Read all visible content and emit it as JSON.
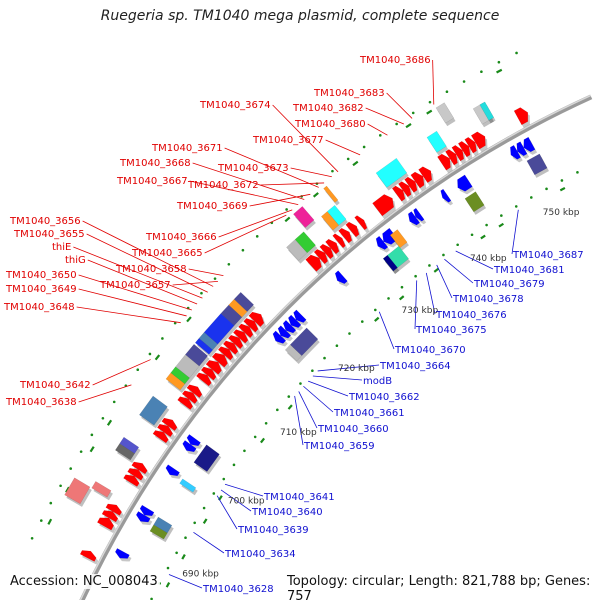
{
  "title": "Ruegeria sp. TM1040 mega plasmid, complete sequence",
  "footer": {
    "accession": "Accession: NC_008043",
    "topology": "Topology: circular; Length: 821,788 bp; Genes: 757"
  },
  "colors": {
    "forward_label": "#e00000",
    "reverse_label": "#1010d0",
    "backbone": "#999999",
    "tick": "#1a8a1a",
    "forward_cds": "#ff0000",
    "reverse_cds": "#0000ff"
  },
  "scale": {
    "ticks": [
      "690 kbp",
      "700 kbp",
      "710 kbp",
      "720 kbp",
      "730 kbp",
      "740 kbp",
      "750 kbp"
    ],
    "tick_values_kbp": [
      690,
      700,
      710,
      720,
      730,
      740,
      750
    ]
  },
  "forward_labels": [
    {
      "text": "TM1040_3686",
      "kbp": 745.2
    },
    {
      "text": "TM1040_3683",
      "kbp": 742.6
    },
    {
      "text": "TM1040_3682",
      "kbp": 741.6
    },
    {
      "text": "TM1040_3680",
      "kbp": 739.6
    },
    {
      "text": "TM1040_3677",
      "kbp": 736.2
    },
    {
      "text": "TM1040_3674",
      "kbp": 733.4
    },
    {
      "text": "TM1040_3673",
      "kbp": 732.6
    },
    {
      "text": "TM1040_3672",
      "kbp": 731.6
    },
    {
      "text": "TM1040_3671",
      "kbp": 730.9
    },
    {
      "text": "TM1040_3669",
      "kbp": 729.8
    },
    {
      "text": "TM1040_3668",
      "kbp": 729.0
    },
    {
      "text": "TM1040_3667",
      "kbp": 728.2
    },
    {
      "text": "TM1040_3666",
      "kbp": 727.4
    },
    {
      "text": "TM1040_3665",
      "kbp": 726.6
    },
    {
      "text": "TM1040_3658",
      "kbp": 717.8
    },
    {
      "text": "TM1040_3657",
      "kbp": 717.0
    },
    {
      "text": "TM1040_3656",
      "kbp": 716.3
    },
    {
      "text": "TM1040_3655",
      "kbp": 715.5
    },
    {
      "text": "thiE",
      "kbp": 714.7
    },
    {
      "text": "thiG",
      "kbp": 713.9
    },
    {
      "text": "TM1040_3650",
      "kbp": 713.1
    },
    {
      "text": "TM1040_3649",
      "kbp": 712.3
    },
    {
      "text": "TM1040_3648",
      "kbp": 711.4
    },
    {
      "text": "TM1040_3642",
      "kbp": 706.6
    },
    {
      "text": "TM1040_3638",
      "kbp": 703.4
    }
  ],
  "reverse_labels": [
    {
      "text": "TM1040_3687",
      "kbp": 747.0
    },
    {
      "text": "TM1040_3681",
      "kbp": 738.4
    },
    {
      "text": "TM1040_3679",
      "kbp": 736.8
    },
    {
      "text": "TM1040_3678",
      "kbp": 735.7
    },
    {
      "text": "TM1040_3676",
      "kbp": 734.2
    },
    {
      "text": "TM1040_3675",
      "kbp": 732.8
    },
    {
      "text": "TM1040_3670",
      "kbp": 727.2
    },
    {
      "text": "TM1040_3664",
      "kbp": 717.4
    },
    {
      "text": "modB",
      "kbp": 716.6
    },
    {
      "text": "TM1040_3662",
      "kbp": 715.8
    },
    {
      "text": "TM1040_3661",
      "kbp": 715.0
    },
    {
      "text": "TM1040_3660",
      "kbp": 714.2
    },
    {
      "text": "TM1040_3659",
      "kbp": 713.5
    },
    {
      "text": "TM1040_3641",
      "kbp": 700.6
    },
    {
      "text": "TM1040_3640",
      "kbp": 699.8
    },
    {
      "text": "TM1040_3639",
      "kbp": 699.0
    },
    {
      "text": "TM1040_3634",
      "kbp": 694.0
    },
    {
      "text": "TM1040_3628",
      "kbp": 688.4
    }
  ],
  "forward_cds": [
    {
      "start": 752.0,
      "end": 753.2
    },
    {
      "start": 746.8,
      "end": 748.0
    },
    {
      "start": 746.0,
      "end": 746.8
    },
    {
      "start": 745.2,
      "end": 746.0
    },
    {
      "start": 744.4,
      "end": 745.2
    },
    {
      "start": 743.6,
      "end": 744.4
    },
    {
      "start": 742.6,
      "end": 743.6
    },
    {
      "start": 740.2,
      "end": 741.2
    },
    {
      "start": 739.2,
      "end": 740.2
    },
    {
      "start": 738.4,
      "end": 739.2
    },
    {
      "start": 737.6,
      "end": 738.4
    },
    {
      "start": 736.8,
      "end": 737.6
    },
    {
      "start": 734.2,
      "end": 736.2
    },
    {
      "start": 731.8,
      "end": 732.4
    },
    {
      "start": 730.6,
      "end": 731.4
    },
    {
      "start": 729.6,
      "end": 730.4
    },
    {
      "start": 728.8,
      "end": 729.4
    },
    {
      "start": 727.8,
      "end": 728.6
    },
    {
      "start": 727.0,
      "end": 727.8
    },
    {
      "start": 726.2,
      "end": 727.0
    },
    {
      "start": 725.0,
      "end": 726.2
    },
    {
      "start": 716.6,
      "end": 717.6
    },
    {
      "start": 715.8,
      "end": 716.6
    },
    {
      "start": 715.0,
      "end": 715.8
    },
    {
      "start": 714.2,
      "end": 715.0
    },
    {
      "start": 713.4,
      "end": 714.2
    },
    {
      "start": 712.6,
      "end": 713.4
    },
    {
      "start": 711.8,
      "end": 712.6
    },
    {
      "start": 710.8,
      "end": 711.8
    },
    {
      "start": 709.8,
      "end": 710.8
    },
    {
      "start": 709.0,
      "end": 709.8
    },
    {
      "start": 708.2,
      "end": 709.0
    },
    {
      "start": 706.6,
      "end": 707.4
    },
    {
      "start": 705.8,
      "end": 706.6
    },
    {
      "start": 705.0,
      "end": 705.8
    },
    {
      "start": 702.2,
      "end": 703.0
    },
    {
      "start": 701.4,
      "end": 702.2
    },
    {
      "start": 700.6,
      "end": 701.4
    },
    {
      "start": 696.6,
      "end": 697.4
    },
    {
      "start": 695.8,
      "end": 696.6
    },
    {
      "start": 695.0,
      "end": 695.8
    },
    {
      "start": 691.4,
      "end": 692.2
    },
    {
      "start": 690.6,
      "end": 691.4
    },
    {
      "start": 689.6,
      "end": 690.6
    },
    {
      "start": 685.8,
      "end": 686.6
    }
  ],
  "forward_other": [
    {
      "start": 748.4,
      "end": 749.6,
      "color": "#c8c8c8"
    },
    {
      "start": 749.2,
      "end": 749.8,
      "color": "#22dddd"
    },
    {
      "start": 745.2,
      "end": 746.2,
      "color": "#c8c8c8",
      "row": 2
    },
    {
      "start": 742.8,
      "end": 744.0,
      "color": "#22ffff"
    },
    {
      "start": 736.4,
      "end": 739.0,
      "color": "#22ffff"
    },
    {
      "start": 731.2,
      "end": 731.6,
      "color": "#ff9922",
      "row": 2
    },
    {
      "start": 730.0,
      "end": 731.0,
      "color": "#22ffff"
    },
    {
      "start": 729.2,
      "end": 730.0,
      "color": "#ff9922"
    },
    {
      "start": 727.2,
      "end": 728.4,
      "color": "#ee2299",
      "row": 2
    },
    {
      "start": 725.6,
      "end": 726.8,
      "color": "#33cc33"
    },
    {
      "start": 724.4,
      "end": 725.6,
      "color": "#bbbbbb"
    },
    {
      "start": 716.8,
      "end": 717.8,
      "color": "#4a4a99"
    },
    {
      "start": 716.0,
      "end": 716.8,
      "color": "#ff9922"
    },
    {
      "start": 714.8,
      "end": 716.0,
      "color": "#4a4a99"
    },
    {
      "start": 712.2,
      "end": 714.8,
      "color": "#1a33ee"
    },
    {
      "start": 711.4,
      "end": 712.2,
      "color": "#4a82b4"
    },
    {
      "start": 710.8,
      "end": 711.4,
      "color": "#1a33ee"
    },
    {
      "start": 709.2,
      "end": 710.6,
      "color": "#4a4a99"
    },
    {
      "start": 707.6,
      "end": 709.2,
      "color": "#bbbbbb"
    },
    {
      "start": 706.8,
      "end": 707.6,
      "color": "#33cc33"
    },
    {
      "start": 706.0,
      "end": 706.8,
      "color": "#ff9922"
    },
    {
      "start": 701.4,
      "end": 703.8,
      "color": "#4a82b4"
    },
    {
      "start": 697.8,
      "end": 698.6,
      "color": "#5555cc"
    },
    {
      "start": 697.0,
      "end": 697.8,
      "color": "#666666"
    },
    {
      "start": 692.4,
      "end": 693.2,
      "color": "#ee7777"
    },
    {
      "start": 690.4,
      "end": 692.4,
      "color": "#ee7777",
      "row": 2
    }
  ],
  "reverse_cds": [
    {
      "start": 751.0,
      "end": 752.0
    },
    {
      "start": 750.2,
      "end": 751.0
    },
    {
      "start": 749.4,
      "end": 750.2
    },
    {
      "start": 742.6,
      "end": 744.0
    },
    {
      "start": 740.6,
      "end": 741.2
    },
    {
      "start": 737.0,
      "end": 737.6
    },
    {
      "start": 736.2,
      "end": 737.0
    },
    {
      "start": 732.6,
      "end": 734.0
    },
    {
      "start": 731.8,
      "end": 732.6
    },
    {
      "start": 726.0,
      "end": 726.8
    },
    {
      "start": 719.8,
      "end": 720.6
    },
    {
      "start": 719.0,
      "end": 719.8
    },
    {
      "start": 718.2,
      "end": 719.0
    },
    {
      "start": 717.4,
      "end": 718.2
    },
    {
      "start": 716.6,
      "end": 717.4
    },
    {
      "start": 702.0,
      "end": 702.8
    },
    {
      "start": 701.2,
      "end": 702.0
    },
    {
      "start": 698.0,
      "end": 698.8
    },
    {
      "start": 692.8,
      "end": 693.6
    },
    {
      "start": 692.0,
      "end": 692.8
    },
    {
      "start": 687.4,
      "end": 688.2
    }
  ],
  "reverse_other": [
    {
      "start": 750.6,
      "end": 752.2,
      "color": "#4a4a99"
    },
    {
      "start": 742.6,
      "end": 744.0,
      "color": "#6b8e23"
    },
    {
      "start": 733.6,
      "end": 734.6,
      "color": "#ff9922",
      "row": 0
    },
    {
      "start": 731.4,
      "end": 733.6,
      "color": "#33ddaa"
    },
    {
      "start": 731.4,
      "end": 732.0,
      "color": "#000088"
    },
    {
      "start": 717.4,
      "end": 720.0,
      "color": "#4a4a99"
    },
    {
      "start": 716.6,
      "end": 717.4,
      "color": "#bbbbbb"
    },
    {
      "start": 700.6,
      "end": 703.0,
      "color": "#1a1a88"
    },
    {
      "start": 692.4,
      "end": 693.4,
      "color": "#4a82b4"
    },
    {
      "start": 691.6,
      "end": 692.4,
      "color": "#6b8e23"
    },
    {
      "start": 697.8,
      "end": 698.4,
      "color": "#33ccff"
    }
  ],
  "trna_marks": [
    752.6,
    744.4,
    741.9,
    735.3,
    730.2,
    726.4,
    712.2,
    707.2,
    699.0,
    695.8,
    691.0,
    687.3
  ],
  "scale_dots_outer": [
    755,
    753,
    751,
    749,
    747,
    745,
    743,
    741,
    739,
    737,
    735,
    733,
    731,
    729,
    727,
    725,
    723,
    721,
    719,
    717,
    715,
    713,
    711,
    709,
    707,
    705,
    703,
    701,
    699,
    697,
    695,
    693,
    691,
    689,
    687,
    685
  ],
  "scale_dots_inner": [
    755,
    753,
    751,
    749,
    747,
    745,
    743,
    741,
    739,
    737,
    735,
    733,
    731,
    729,
    727,
    725,
    723,
    721,
    719,
    717,
    715,
    713,
    711,
    709,
    707,
    705,
    703,
    701,
    699,
    697,
    695,
    693,
    691,
    689,
    687,
    685
  ]
}
